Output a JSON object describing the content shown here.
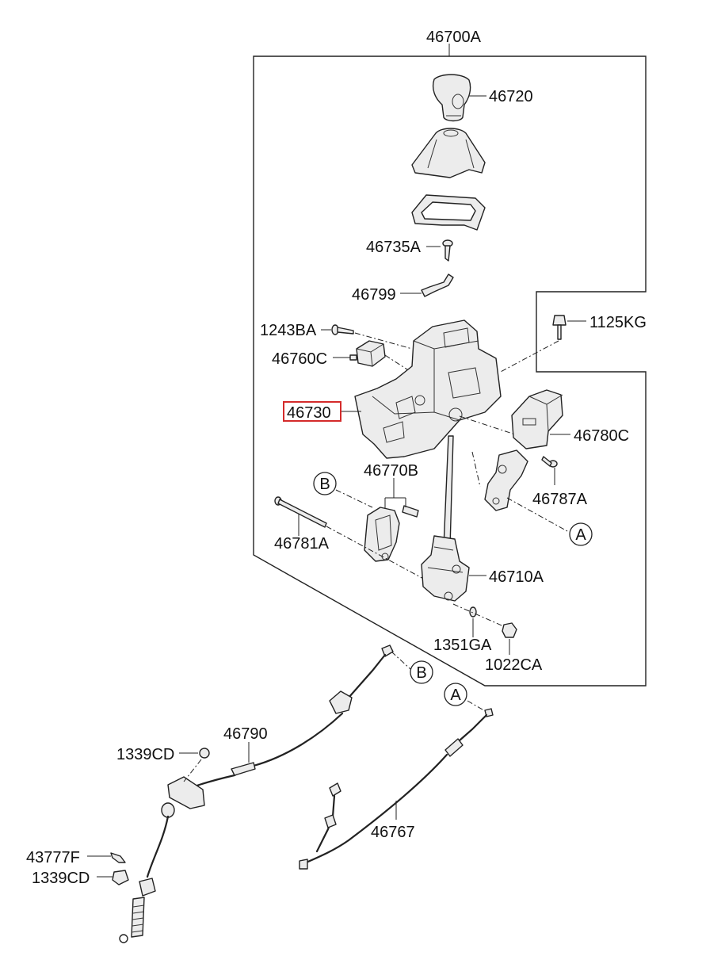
{
  "diagram": {
    "labels": {
      "p46700A": "46700A",
      "p46720": "46720",
      "p46735A": "46735A",
      "p46799": "46799",
      "p1243BA": "1243BA",
      "p1125KG": "1125KG",
      "p46760C": "46760C",
      "p46730": "46730",
      "p46780C": "46780C",
      "p46770B": "46770B",
      "p46787A": "46787A",
      "p46781A": "46781A",
      "p46710A": "46710A",
      "p1351GA": "1351GA",
      "p1022CA": "1022CA",
      "p46790": "46790",
      "p1339CD_a": "1339CD",
      "p46767": "46767",
      "p43777F": "43777F",
      "p1339CD_b": "1339CD"
    },
    "refs": {
      "b_upper": "B",
      "a_upper": "A",
      "b_lower": "B",
      "a_lower": "A"
    },
    "highlighted_part": "46730",
    "highlight_color": "#d42b2b"
  }
}
